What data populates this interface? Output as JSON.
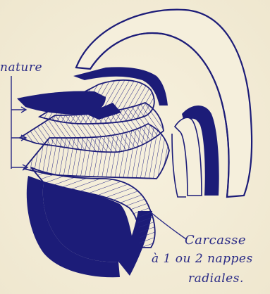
{
  "labels": {
    "armature": "nature",
    "carcass_line1": "Carcasse",
    "carcass_line2": "à 1 ou 2 nappes",
    "carcass_line3": "radiales."
  },
  "colors": {
    "paper": "#f3edd9",
    "ink": "#1c1c78",
    "ink_light": "#3a3a96"
  }
}
